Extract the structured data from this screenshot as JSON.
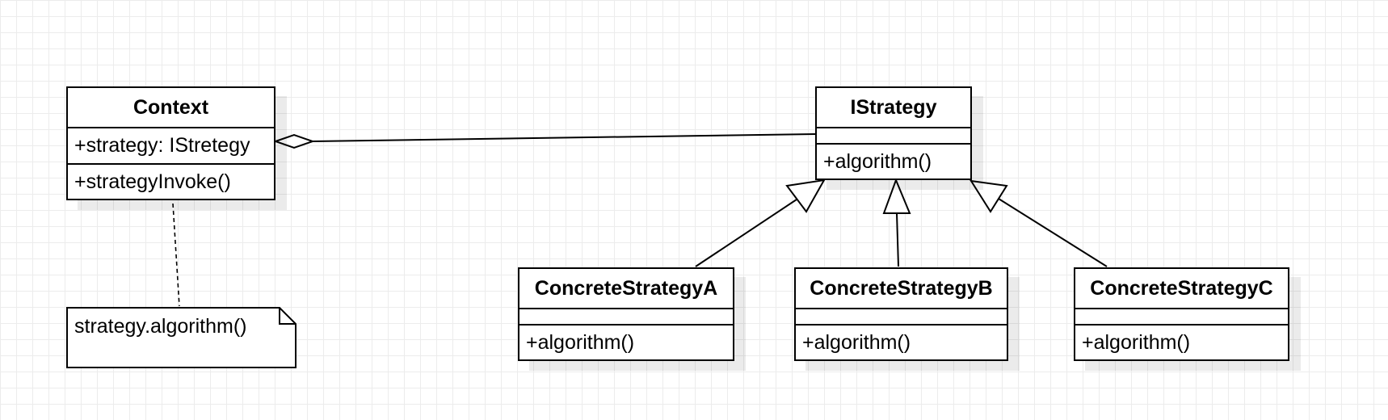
{
  "classes": {
    "context": {
      "name": "Context",
      "attribute": "+strategy: IStretegy",
      "operation": "+strategyInvoke()"
    },
    "istrategy": {
      "name": "IStrategy",
      "attribute": "",
      "operation": "+algorithm()"
    },
    "concrete_a": {
      "name": "ConcreteStrategyA",
      "attribute": "",
      "operation": "+algorithm()"
    },
    "concrete_b": {
      "name": "ConcreteStrategyB",
      "attribute": "",
      "operation": "+algorithm()"
    },
    "concrete_c": {
      "name": "ConcreteStrategyC",
      "attribute": "",
      "operation": "+algorithm()"
    }
  },
  "note": {
    "text": "strategy.algorithm()"
  }
}
